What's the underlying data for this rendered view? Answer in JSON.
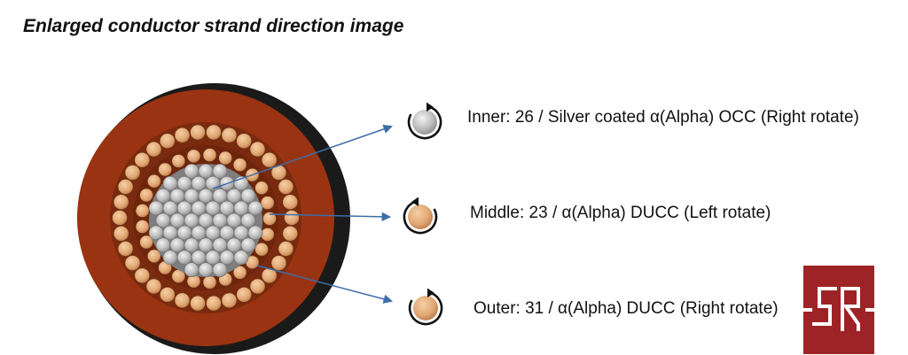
{
  "title": "Enlarged conductor strand direction image",
  "colors": {
    "jacket": "#1a1a1a",
    "insulation": "#9a3311",
    "copper": "#e3ab78",
    "silver": "#b9b9b9",
    "arrow": "#3d6ea8",
    "logo": "#9e2326"
  },
  "layers": [
    {
      "label": "Inner: 26 / Silver coated α(Alpha) OCC (Right rotate)",
      "icon": "rotate-right-icon",
      "fill": "silver"
    },
    {
      "label": "Middle: 23 / α(Alpha) DUCC (Left rotate)",
      "icon": "rotate-left-icon",
      "fill": "copper"
    },
    {
      "label": "Outer: 31 / α(Alpha) DUCC (Right rotate)",
      "icon": "rotate-right-icon",
      "fill": "copper"
    }
  ],
  "logo": {
    "name": "brand-logo"
  }
}
